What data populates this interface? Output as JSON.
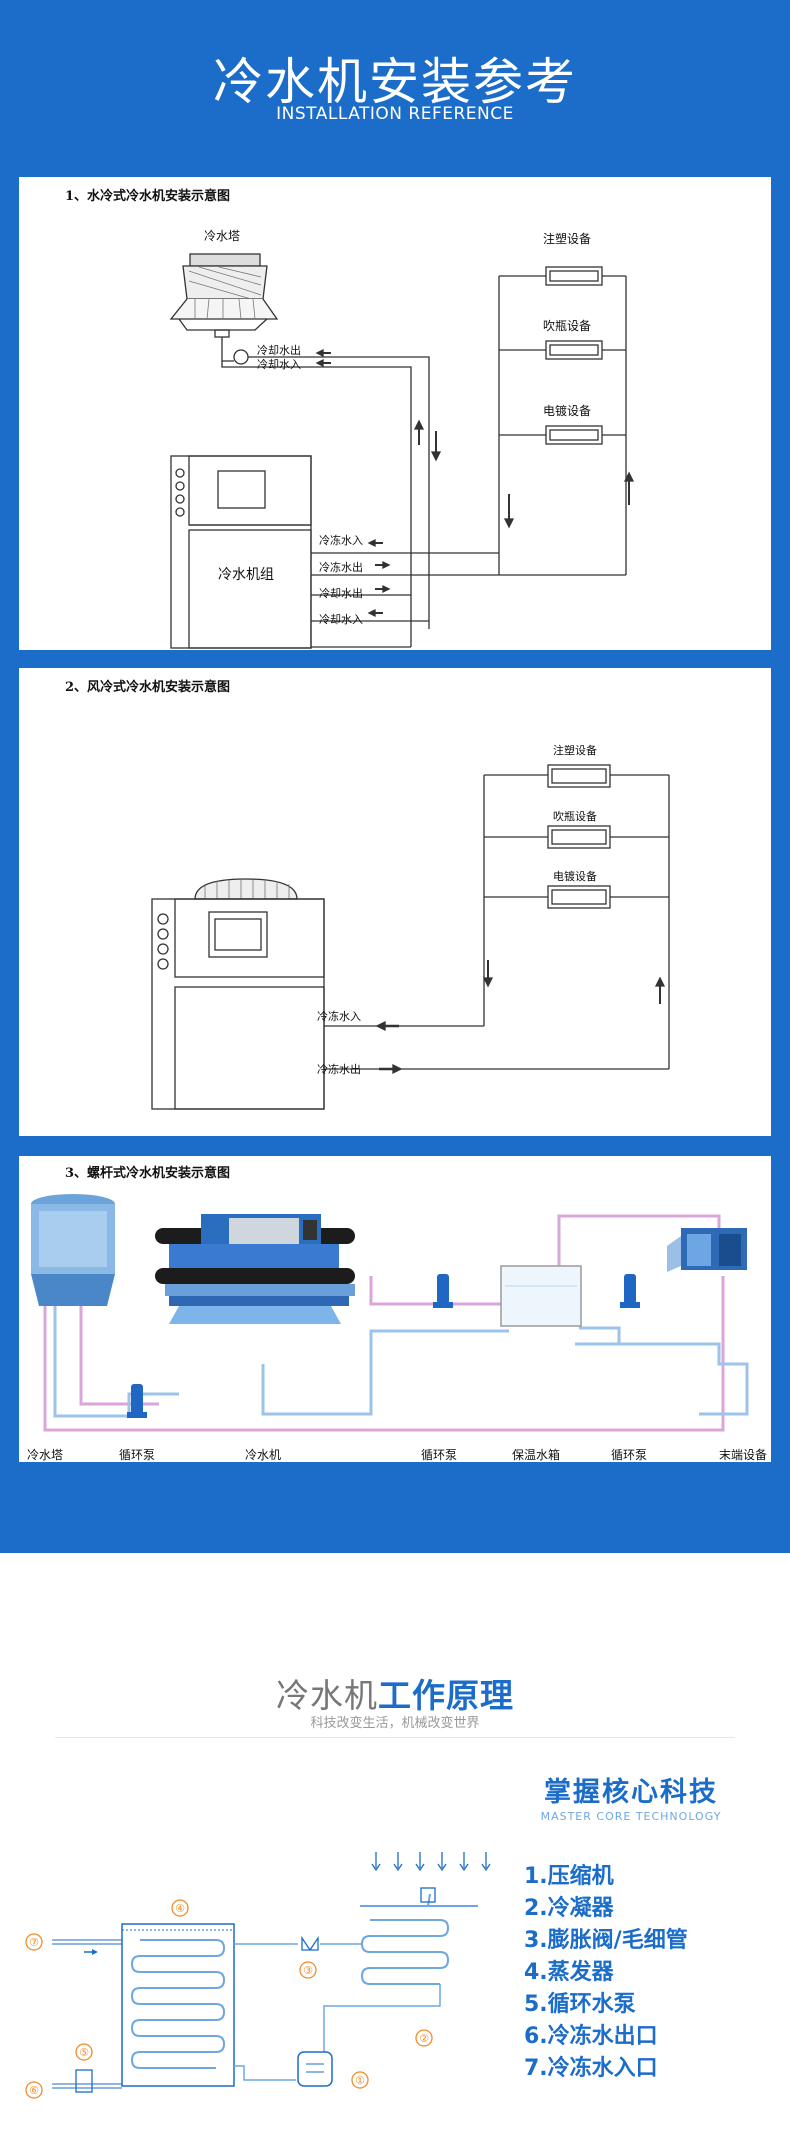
{
  "header": {
    "title": "冷水机安装参考",
    "subtitle": "INSTALLATION REFERENCE"
  },
  "diagram1": {
    "title": "1、水冷式冷水机安装示意图",
    "tower": "冷水塔",
    "cooling_out_top": "冷却水出",
    "cooling_in_top": "冷却水入",
    "device1": "注塑设备",
    "device2": "吹瓶设备",
    "device3": "电镀设备",
    "unit": "冷水机组",
    "port1": "冷冻水入",
    "port2": "冷冻水出",
    "port3": "冷却水出",
    "port4": "冷却水入"
  },
  "diagram2": {
    "title": "2、风冷式冷水机安装示意图",
    "device1": "注塑设备",
    "device2": "吹瓶设备",
    "device3": "电镀设备",
    "port_in": "冷冻水入",
    "port_out": "冷冻水出"
  },
  "diagram3": {
    "title": "3、螺杆式冷水机安装示意图",
    "labels": [
      "冷水塔",
      "循环泵",
      "冷水机",
      "循环泵",
      "保温水箱",
      "循环泵",
      "末端设备"
    ]
  },
  "principle": {
    "title_gray": "冷水机",
    "title_blue": "工作原理",
    "subtitle": "科技改变生活，机械改变世界",
    "core_title": "掌握核心科技",
    "core_subtitle": "MASTER CORE TECHNOLOGY",
    "components": [
      "1.压缩机",
      "2.冷凝器",
      "3.膨胀阀/毛细管",
      "4.蒸发器",
      "5.循环水泵",
      "6.冷冻水出口",
      "7.冷冻水入口"
    ],
    "markers": [
      "①",
      "②",
      "③",
      "④",
      "⑤",
      "⑥",
      "⑦"
    ]
  },
  "colors": {
    "brand_blue": "#1b6dc9",
    "pipe_pink": "#d9a6d9",
    "pipe_blue": "#9cc3ea",
    "marker_orange": "#f08c28"
  }
}
